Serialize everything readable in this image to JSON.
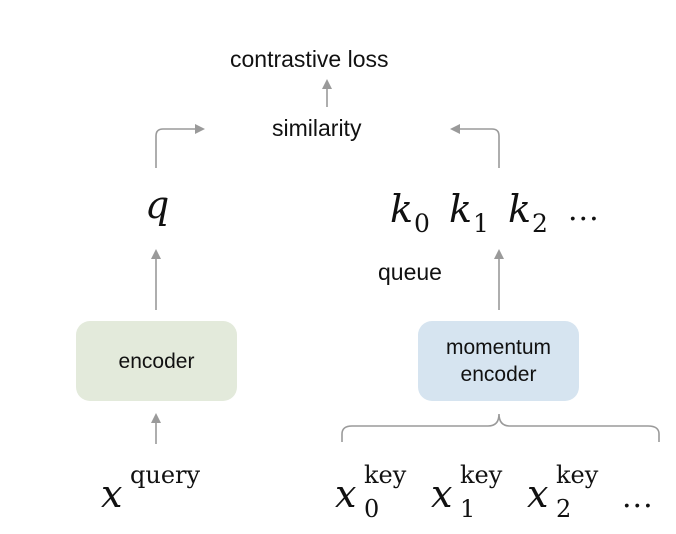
{
  "labels": {
    "loss": "contrastive loss",
    "similarity": "similarity",
    "queue": "queue"
  },
  "boxes": {
    "encoder": {
      "text": "encoder",
      "fill": "#e3eadb"
    },
    "momentum_encoder": {
      "line1": "momentum",
      "line2": "encoder",
      "fill": "#d6e4f0"
    }
  },
  "math": {
    "q": "q",
    "k_symbol": "k",
    "k_subscripts": [
      "0",
      "1",
      "2"
    ],
    "k_ellipsis": "...",
    "x_symbol": "x",
    "query_superscript": "query",
    "key_superscript": "key",
    "x_key_subscripts": [
      "0",
      "1",
      "2"
    ],
    "x_ellipsis": "..."
  },
  "colors": {
    "arrow": "#9a9a9a",
    "bracket": "#9a9a9a"
  }
}
